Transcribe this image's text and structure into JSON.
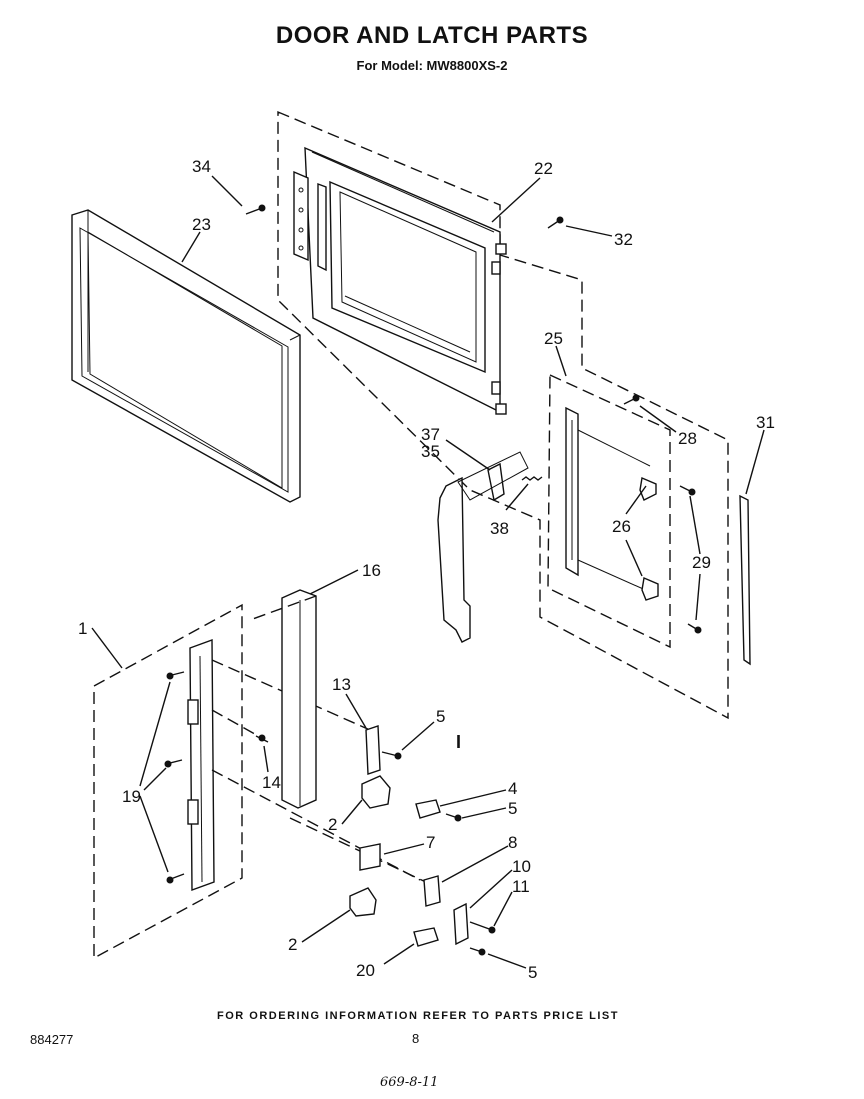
{
  "header": {
    "title": "DOOR AND LATCH PARTS",
    "model_line": "For Model: MW8800XS-2"
  },
  "footer": {
    "ordering_note": "FOR ORDERING INFORMATION REFER TO PARTS PRICE LIST",
    "document_number": "884277",
    "page_number": "8",
    "handwritten_note": "669-8-11"
  },
  "diagram": {
    "callouts": [
      "34",
      "22",
      "32",
      "23",
      "25",
      "28",
      "31",
      "37",
      "35",
      "38",
      "26",
      "29",
      "16",
      "1",
      "13",
      "5",
      "14",
      "19",
      "4",
      "5",
      "2",
      "7",
      "8",
      "10",
      "11",
      "2",
      "20",
      "5"
    ],
    "stray_mark": "I"
  }
}
